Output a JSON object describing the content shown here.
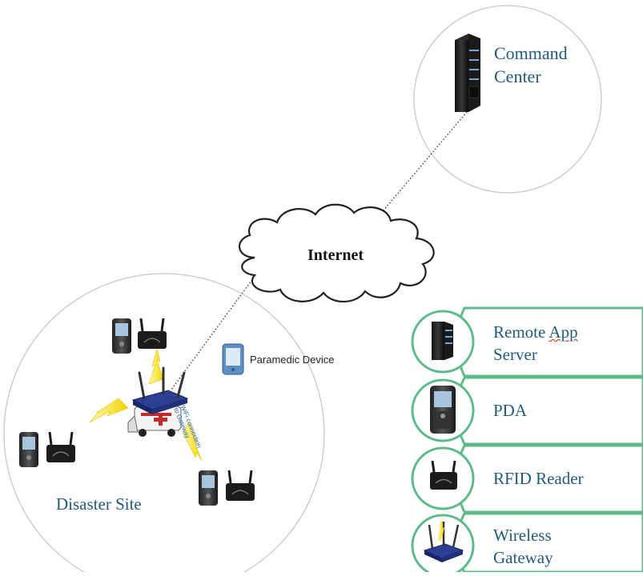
{
  "nodes": {
    "command_center": {
      "label_line1": "Command",
      "label_line2": "Center"
    },
    "internet": {
      "label": "Internet"
    },
    "disaster_site": {
      "label": "Disaster Site"
    },
    "paramedic": {
      "label": "Paramedic Device"
    },
    "wifi_note": {
      "line1": "WiFi connection",
      "line2": "to Gateway"
    }
  },
  "legend": {
    "items": [
      {
        "label_line1": "Remote ",
        "label_squiggle": "App",
        "label_line2": "Server",
        "icon": "server-icon"
      },
      {
        "label_line1": "PDA",
        "icon": "pda-icon"
      },
      {
        "label_line1": "RFID Reader",
        "icon": "rfid-reader-icon"
      },
      {
        "label_line1": "Wireless",
        "label_line2": "Gateway",
        "icon": "wireless-gateway-icon"
      }
    ],
    "accent_color": "#5dbb8a"
  },
  "colors": {
    "text": "#1f5b7a",
    "circle_stroke": "#c8c8c8",
    "legend_border": "#5dbb8a",
    "bolt": "#f2e14a"
  }
}
